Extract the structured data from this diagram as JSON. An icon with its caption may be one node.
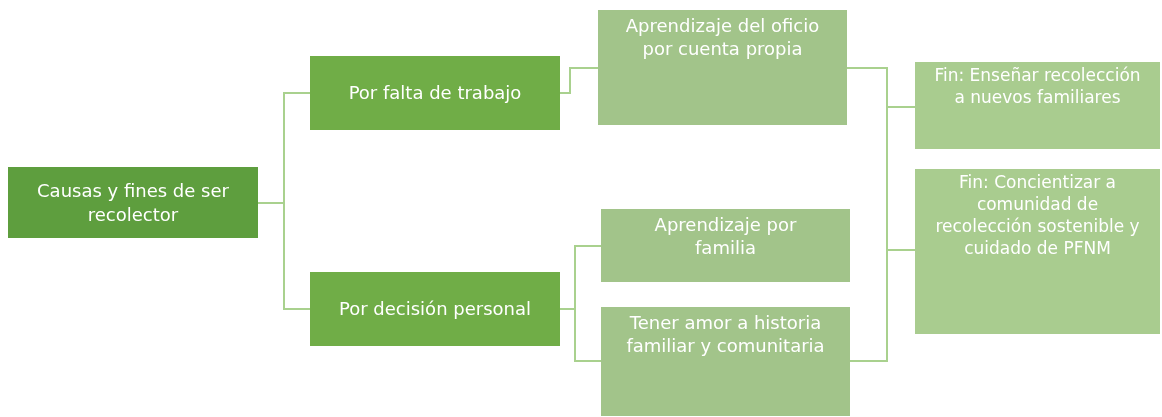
{
  "diagram": {
    "nodes": [
      {
        "text": [
          "Causas y fines de ser recolector"
        ]
      },
      {
        "text": [
          "Por falta de trabajo"
        ]
      },
      {
        "text": [
          "Por decisión personal"
        ]
      },
      {
        "text": [
          "Aprendizaje del oficio por cuenta propia"
        ]
      },
      {
        "text": [
          "Aprendizaje por familia"
        ]
      },
      {
        "text": [
          "Tener amor a historia familiar y comunitaria"
        ]
      },
      {
        "text": [
          "Fin: Enseñar recolección a nuevos familiares"
        ]
      },
      {
        "text": [
          "Fin: Concientizar a comunidad de recolección sostenible y cuidado de PFNM"
        ]
      }
    ],
    "edges": [
      {
        "from": 0,
        "to": 1,
        "arrow": "none"
      },
      {
        "from": 0,
        "to": 2,
        "arrow": "none"
      },
      {
        "from": 1,
        "to": 3,
        "arrow": "none"
      },
      {
        "from": 2,
        "to": 4,
        "arrow": "none"
      },
      {
        "from": 2,
        "to": 5,
        "arrow": "none"
      },
      {
        "from": 3,
        "to": 6,
        "arrow": "none"
      },
      {
        "from": 3,
        "to": 7,
        "arrow": "none"
      },
      {
        "from": 5,
        "to": 6,
        "arrow": "none"
      },
      {
        "from": 5,
        "to": 7,
        "arrow": "none"
      }
    ]
  }
}
